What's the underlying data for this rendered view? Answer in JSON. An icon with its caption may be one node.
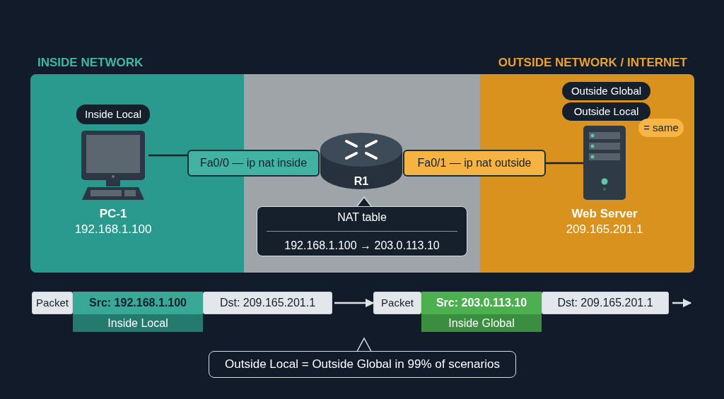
{
  "diagram": {
    "nodes": [
      {
        "text": [
          "INSIDE NETWORK"
        ]
      },
      {
        "text": [
          "OUTSIDE NETWORK / INTERNET"
        ]
      },
      {
        "text": [
          "Inside Local"
        ],
        "in": 0
      },
      {
        "text": [
          "PC-1",
          "192.168.1.100"
        ],
        "in": 0
      },
      {
        "text": [
          "Fa0/0 — ip nat inside"
        ]
      },
      {
        "text": [
          "R1"
        ]
      },
      {
        "text": [
          "Fa0/1 — ip nat outside"
        ]
      },
      {
        "text": [
          "NAT table",
          "192.168.1.100 → 203.0.113.10"
        ]
      },
      {
        "text": [
          "Outside Global"
        ],
        "in": 1
      },
      {
        "text": [
          "Outside Local"
        ],
        "in": 1
      },
      {
        "text": [
          "= same"
        ],
        "in": 1
      },
      {
        "text": [
          "Web Server",
          "209.165.201.1"
        ],
        "in": 1
      },
      {
        "text": [
          "Packet"
        ]
      },
      {
        "text": [
          "Src: 192.168.1.100"
        ]
      },
      {
        "text": [
          "Inside Local"
        ]
      },
      {
        "text": [
          "Dst: 209.165.201.1"
        ]
      },
      {
        "text": [
          "Packet"
        ]
      },
      {
        "text": [
          "Src: 203.0.113.10"
        ]
      },
      {
        "text": [
          "Inside Global"
        ]
      },
      {
        "text": [
          "Dst: 209.165.201.1"
        ]
      },
      {
        "text": [
          "Outside Local = Outside Global in 99% of scenarios"
        ]
      }
    ],
    "edges": [
      {
        "from": 3,
        "to": 4,
        "arrow": "none"
      },
      {
        "from": 6,
        "to": 11,
        "arrow": "none"
      },
      {
        "from": 15,
        "to": 16,
        "arrow": "to",
        "color": "#dfe3e8"
      },
      {
        "from": 19,
        "to": null,
        "arrow": "to",
        "color": "#dfe3e8"
      }
    ]
  }
}
